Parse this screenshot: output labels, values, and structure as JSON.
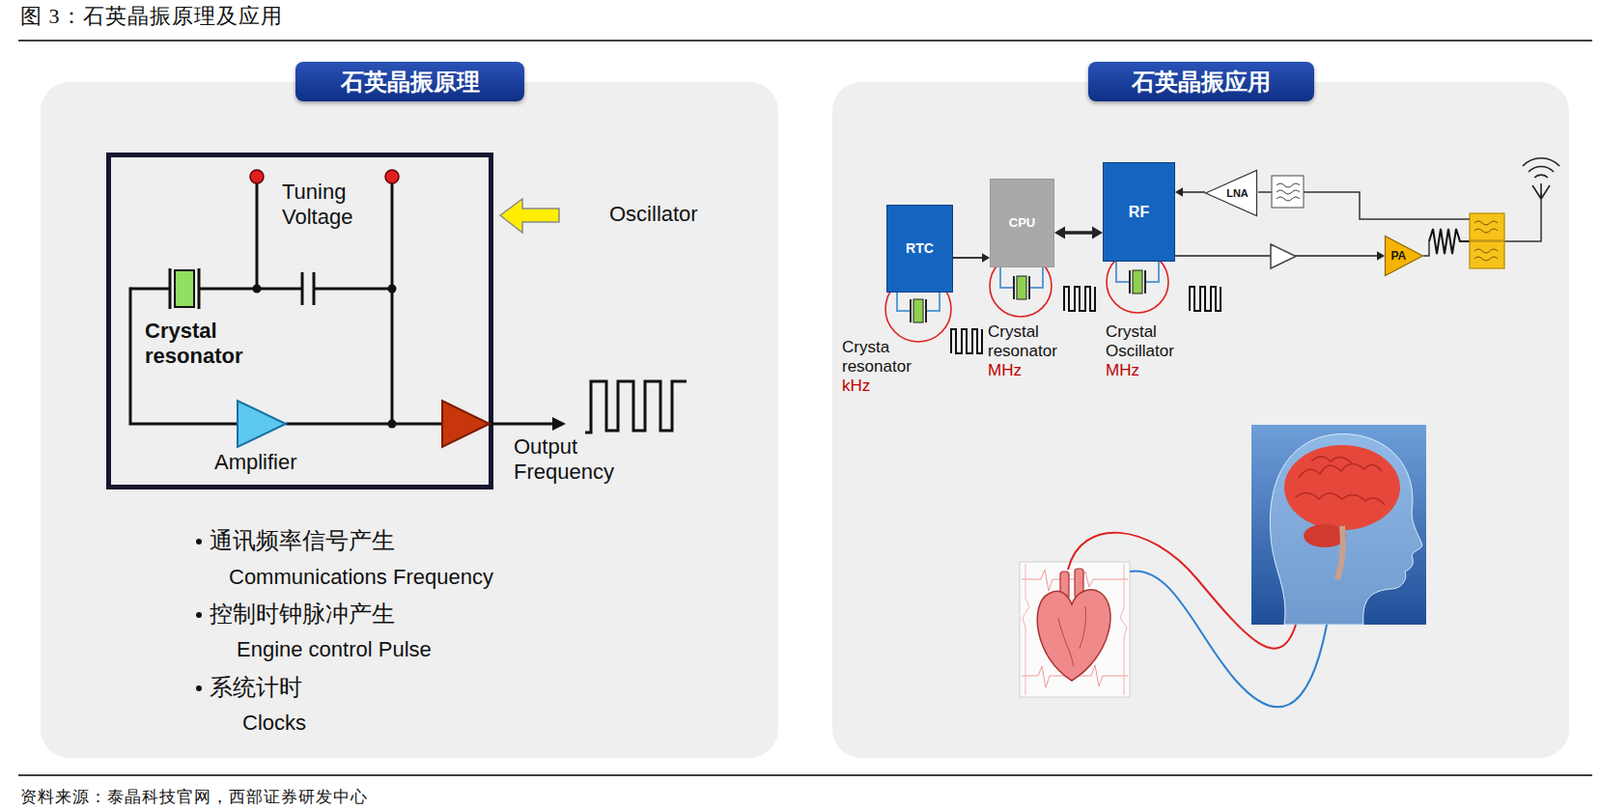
{
  "diagram": {
    "title": "图 3：石英晶振原理及应用",
    "caption": "资料来源：泰晶科技官网，西部证券研发中心",
    "nodes": [
      {
        "text": [
          "石英晶振原理"
        ]
      },
      {
        "text": [
          "石英晶振应用"
        ]
      },
      {
        "text": [
          "RTC"
        ],
        "in": 1
      },
      {
        "text": [
          "CPU"
        ],
        "in": 1
      },
      {
        "text": [
          "RF"
        ],
        "in": 1
      },
      {
        "text": [
          "LNA"
        ],
        "in": 1
      },
      {
        "text": [
          "PA"
        ],
        "in": 1
      }
    ],
    "edges": [
      {
        "from": 2,
        "to": 3,
        "arrow": "to"
      },
      {
        "from": 3,
        "to": 4,
        "arrow": "both"
      },
      {
        "from": 5,
        "to": 4,
        "arrow": "to"
      },
      {
        "from": 4,
        "to": 6,
        "arrow": "to"
      }
    ],
    "labels": [
      "Tuning Voltage",
      "Crystal resonator",
      "Amplifier",
      "Oscillator",
      "Output Frequency",
      "通讯频率信号产生",
      "Communications Frequency",
      "控制时钟脉冲产生",
      "Engine control Pulse",
      "系统计时",
      "Clocks",
      "Crysta resonator",
      "kHz",
      "Crystal resonator",
      "MHz",
      "Crystal Oscillator",
      "MHz"
    ]
  }
}
